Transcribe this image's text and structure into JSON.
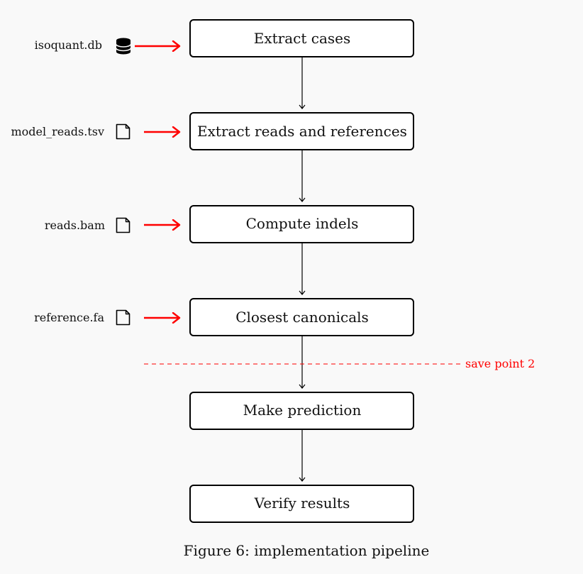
{
  "diagram": {
    "steps": [
      {
        "label": "Extract cases"
      },
      {
        "label": "Extract reads and references"
      },
      {
        "label": "Compute indels"
      },
      {
        "label": "Closest canonicals"
      },
      {
        "label": "Make prediction"
      },
      {
        "label": "Verify results"
      }
    ],
    "inputs": [
      {
        "label": "isoquant.db",
        "icon": "database-icon"
      },
      {
        "label": "model_reads.tsv",
        "icon": "file-icon"
      },
      {
        "label": "reads.bam",
        "icon": "file-icon"
      },
      {
        "label": "reference.fa",
        "icon": "file-icon"
      }
    ],
    "save_point": {
      "label": "save point 2"
    },
    "caption": "Figure 6: implementation pipeline",
    "colors": {
      "input_arrow": "#ff0000",
      "save_point": "#ff0000",
      "flow_arrow": "#000000"
    }
  }
}
